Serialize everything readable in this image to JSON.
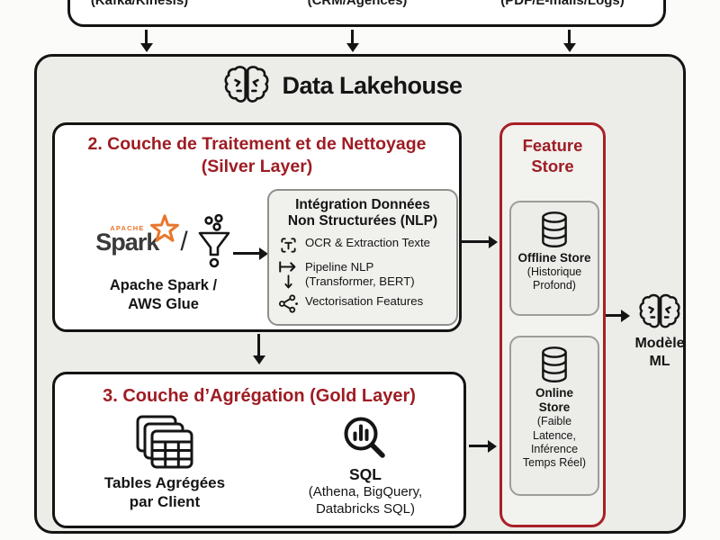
{
  "colors": {
    "accent_red": "#9E1C23",
    "feature_store_border_red": "#A82025",
    "spark_orange": "#E8772B",
    "ink": "#151515"
  },
  "sources_box": {
    "labels": [
      "(Kafka/Kinesis)",
      "(CRM/Agences)",
      "(PDF/E-mails/Logs)"
    ]
  },
  "lakehouse": {
    "title": "Data Lakehouse",
    "icon": "brain-icon"
  },
  "silver": {
    "title": "2. Couche de Traitement et de Nettoyage\n(Silver Layer)",
    "spark": {
      "apache": "APACHE",
      "wordmark": "Spark",
      "slash": "/",
      "star_icon": "star-icon",
      "funnel_icon": "funnel-icon",
      "label": "Apache Spark /\nAWS Glue"
    },
    "nlp": {
      "title": "Intégration Données\nNon Structurées (NLP)",
      "items": [
        {
          "icon": "ocr-frame-icon",
          "label": "OCR & Extraction Texte"
        },
        {
          "icon": "pipeline-mapsto-icon",
          "label": "Pipeline NLP\n(Transformer, BERT)"
        },
        {
          "icon": "graph-nodes-icon",
          "label": "Vectorisation Features"
        }
      ]
    }
  },
  "gold": {
    "title": "3. Couche d’Agrégation (Gold Layer)",
    "tables": {
      "icon": "stacked-tables-icon",
      "label": "Tables Agrégées\npar Client"
    },
    "sql": {
      "icon": "magnifier-chart-icon",
      "label": "SQL",
      "sub": "(Athena, BigQuery,\nDatabricks SQL)"
    }
  },
  "feature_store": {
    "title": "Feature\nStore",
    "offline": {
      "icon": "database-icon",
      "name": "Offline Store",
      "sub": "(Historique\nProfond)"
    },
    "online": {
      "icon": "database-icon",
      "name": "Online\nStore",
      "sub": "(Faible\nLatence,\nInférence\nTemps Réel)"
    }
  },
  "ml_model": {
    "icon": "brain-icon",
    "label": "Modèle\nML"
  }
}
